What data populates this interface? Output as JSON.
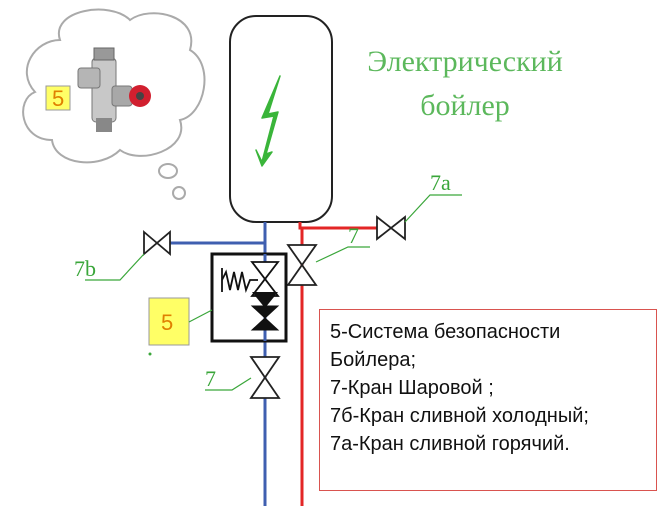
{
  "title": {
    "line1": "Электрический",
    "line2": "бойлер"
  },
  "labels": {
    "valve_7a": "7a",
    "valve_7b": "7b",
    "valve_7_upper": "7",
    "valve_7_lower": "7",
    "safety_block": "5",
    "bubble_badge": "5"
  },
  "legend": [
    "5-Система безопасности",
    "Бойлера;",
    "7-Кран Шаровой ;",
    "7б-Кран сливной холодный;",
    "7а-Кран сливной горячий."
  ],
  "colors": {
    "cold_pipe": "#3f5fb0",
    "hot_pipe": "#e32626",
    "label_green": "#3aa63a",
    "legend_border": "#d9534f"
  }
}
